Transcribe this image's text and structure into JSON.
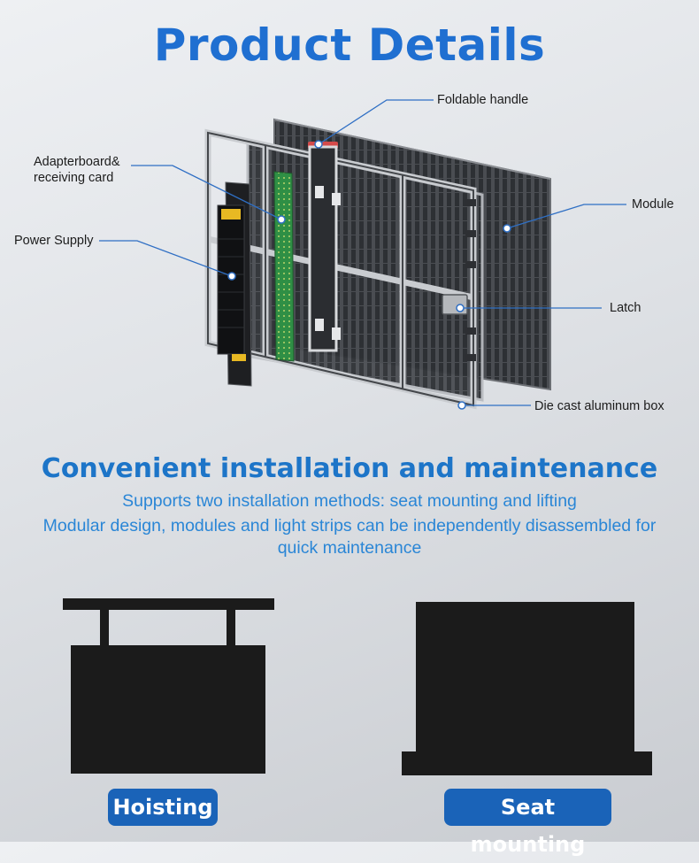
{
  "header": {
    "title": "Product Details"
  },
  "diagram": {
    "labels": {
      "foldable_handle": "Foldable handle",
      "adapterboard_line1": "Adapterboard&",
      "adapterboard_line2": "receiving card",
      "power_supply": "Power Supply",
      "module": "Module",
      "latch": "Latch",
      "die_cast_box": "Die cast aluminum box"
    }
  },
  "installation": {
    "title": "Convenient installation and maintenance",
    "line1": "Supports two installation methods: seat mounting and lifting",
    "line2": "Modular design, modules and light strips can be independently disassembled for",
    "line3": "quick maintenance",
    "methods": [
      {
        "label": "Hoisting"
      },
      {
        "label": "Seat mounting"
      }
    ]
  },
  "colors": {
    "title_blue": "#1f6fd1",
    "pill_blue": "#1a63b8",
    "leader_line": "#2f6fc4",
    "shape_fill": "#1b1b1b"
  }
}
